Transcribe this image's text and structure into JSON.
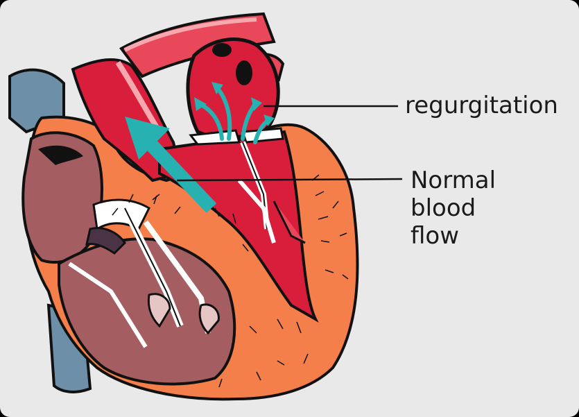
{
  "labels": {
    "regurgitation": "regurgitation",
    "normal_flow": [
      "Normal",
      "blood",
      "flow"
    ]
  },
  "colors": {
    "background": "#e9e9e9",
    "outline": "#111111",
    "muscle": "#f47f4a",
    "chamber_red": "#d91e3c",
    "artery_red": "#e8485a",
    "ventricle_mauve": "#a45d60",
    "vein_blue": "#6d8fa8",
    "flow_arrow": "#27b1b1",
    "valve_white": "#ffffff"
  },
  "icons": {
    "normal_flow_arrow": "large-diagonal-arrow-icon",
    "regurgitation_arrows": "small-curved-arrows-icon"
  }
}
